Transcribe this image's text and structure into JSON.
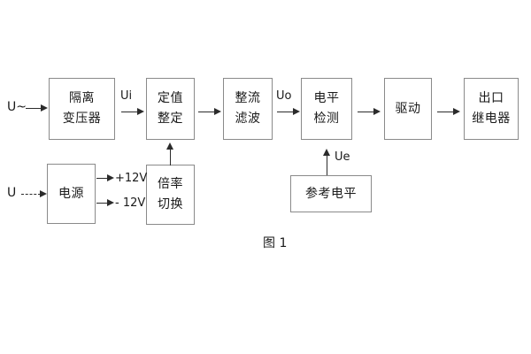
{
  "figure": {
    "caption": "图 1",
    "background_color": "#ffffff",
    "box_border_color": "#8a8a8a",
    "line_color": "#2b2b2b",
    "text_color": "#1a1a1a"
  },
  "inputs": [
    {
      "id": "ac-input",
      "label": "U~",
      "line_style": "solid"
    },
    {
      "id": "dc-input",
      "label": "U",
      "line_style": "dashed"
    }
  ],
  "signal_labels": [
    {
      "id": "ui",
      "label": "Ui"
    },
    {
      "id": "uo",
      "label": "Uo"
    },
    {
      "id": "ue",
      "label": "Ue"
    }
  ],
  "power_rails": [
    {
      "id": "rail-pos",
      "label": "+12V"
    },
    {
      "id": "rail-neg",
      "label": "- 12V"
    }
  ],
  "main_chain": [
    {
      "id": "isolation-transformer",
      "line1": "隔离",
      "line2": "变压器"
    },
    {
      "id": "setting-value",
      "line1": "定值",
      "line2": "整定"
    },
    {
      "id": "rectify-filter",
      "line1": "整流",
      "line2": "滤波"
    },
    {
      "id": "level-detect",
      "line1": "电平",
      "line2": "检测"
    },
    {
      "id": "drive",
      "line1": "驱动",
      "line2": ""
    },
    {
      "id": "output-relay",
      "line1": "出口",
      "line2": "继电器"
    }
  ],
  "aux_blocks": [
    {
      "id": "power-supply",
      "line1": "电源",
      "line2": ""
    },
    {
      "id": "ratio-switch",
      "line1": "倍率",
      "line2": "切换"
    },
    {
      "id": "reference-level",
      "line1": "参考电平",
      "line2": ""
    }
  ]
}
